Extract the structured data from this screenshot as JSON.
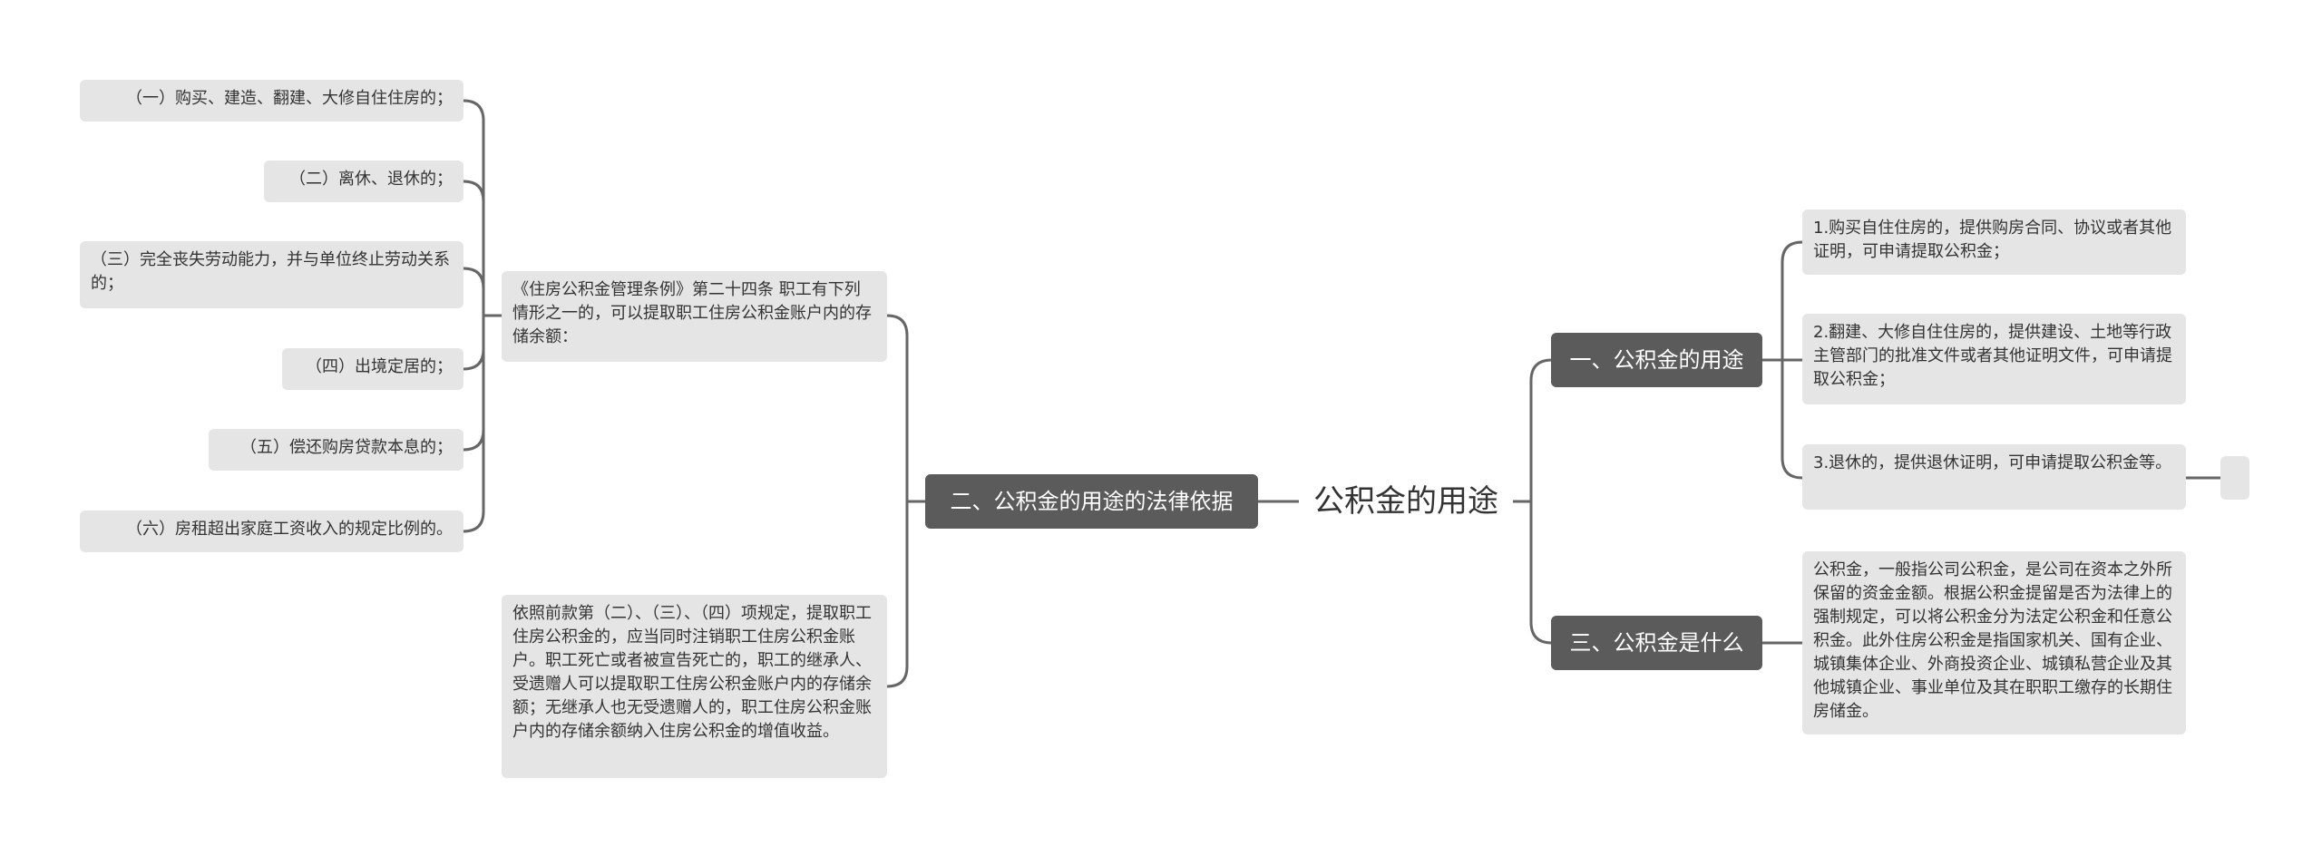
{
  "root": {
    "label": "公积金的用途"
  },
  "branches": {
    "right1": {
      "label": "一、公积金的用途",
      "items": [
        "1.购买自住住房的，提供购房合同、协议或者其他证明，可申请提取公积金；",
        "2.翻建、大修自住住房的，提供建设、土地等行政主管部门的批准文件或者其他证明文件，可申请提取公积金；",
        "3.退休的，提供退休证明，可申请提取公积金等。"
      ],
      "extra": ""
    },
    "right2": {
      "label": "三、公积金是什么",
      "items": [
        "公积金，一般指公司公积金，是公司在资本之外所保留的资金金额。根据公积金提留是否为法律上的强制规定，可以将公积金分为法定公积金和任意公积金。此外住房公积金是指国家机关、国有企业、城镇集体企业、外商投资企业、城镇私营企业及其他城镇企业、事业单位及其在职职工缴存的长期住房储金。"
      ]
    },
    "left": {
      "label": "二、公积金的用途的法律依据",
      "sub1": {
        "text": "《住房公积金管理条例》第二十四条 职工有下列情形之一的，可以提取职工住房公积金账户内的存储余额：",
        "items": [
          "（一）购买、建造、翻建、大修自住住房的；",
          "（二）离休、退休的；",
          "（三）完全丧失劳动能力，并与单位终止劳动关系的；",
          "（四）出境定居的；",
          "（五）偿还购房贷款本息的；",
          "（六）房租超出家庭工资收入的规定比例的。"
        ]
      },
      "sub2": {
        "text": "依照前款第（二）、（三）、（四）项规定，提取职工住房公积金的，应当同时注销职工住房公积金账户。职工死亡或者被宣告死亡的，职工的继承人、受遗赠人可以提取职工住房公积金账户内的存储余额；无继承人也无受遗赠人的，职工住房公积金账户内的存储余额纳入住房公积金的增值收益。"
      }
    }
  }
}
